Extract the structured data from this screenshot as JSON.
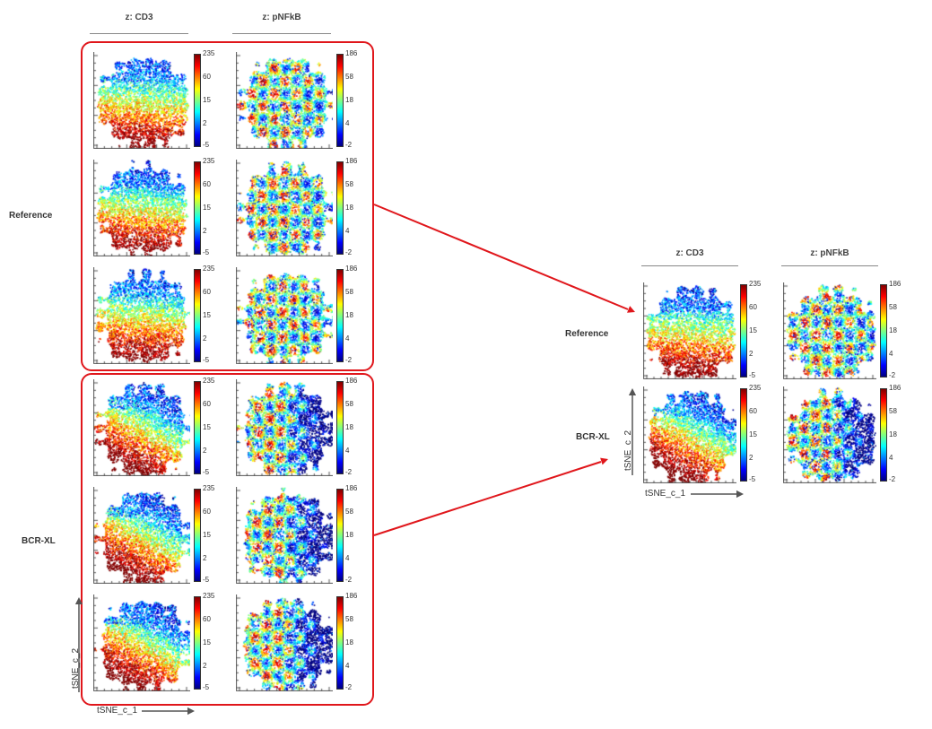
{
  "left": {
    "columns": [
      "z: CD3",
      "z: pNFkB"
    ],
    "groups": [
      {
        "label": "Reference",
        "rows": 3
      },
      {
        "label": "BCR-XL",
        "rows": 3
      }
    ],
    "axis_x": "tSNE_c_1",
    "axis_y": "tSNE_c_2"
  },
  "right": {
    "columns": [
      "z: CD3",
      "z: pNFkB"
    ],
    "rows": [
      "Reference",
      "BCR-XL"
    ],
    "axis_x": "tSNE_c_1",
    "axis_y": "tSNE_c_2"
  },
  "colorbars": {
    "CD3": [
      "235",
      "60",
      "15",
      "2",
      "-5"
    ],
    "pNFkB": [
      "186",
      "58",
      "18",
      "4",
      "-2"
    ]
  },
  "colors": {
    "group_box": "#e0161b",
    "arrow": "#e0161b",
    "axis": "#555555"
  }
}
